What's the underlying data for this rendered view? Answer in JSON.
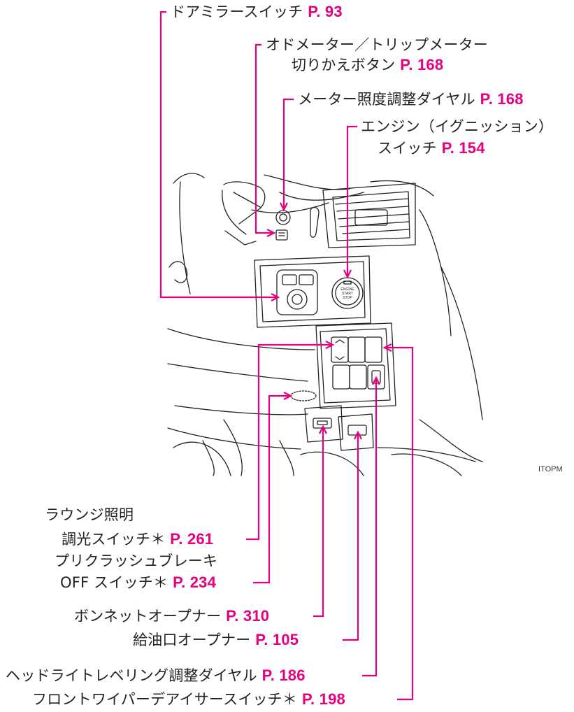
{
  "figure_code": "ITOPM",
  "accent_color": "#e6007e",
  "callouts_top": [
    {
      "text": "ドアミラースイッチ",
      "ref": "P. 93"
    },
    {
      "line1": "オドメーター／トリップメーター",
      "line2": "切りかえボタン",
      "ref": "P. 168"
    },
    {
      "text": "メーター照度調整ダイヤル",
      "ref": "P. 168"
    },
    {
      "line1": "エンジン（イグニッション）",
      "line2": "スイッチ",
      "ref": "P. 154"
    }
  ],
  "callouts_bottom": [
    {
      "line1": "ラウンジ照明",
      "line2": "調光スイッチ＊",
      "ref": "P. 261"
    },
    {
      "line1": "プリクラッシュブレーキ",
      "line2": "OFF スイッチ＊",
      "ref": "P. 234"
    },
    {
      "text": "ボンネットオープナー",
      "ref": "P. 310"
    },
    {
      "text": "給油口オープナー",
      "ref": "P. 105"
    },
    {
      "text": "ヘッドライトレベリング調整ダイヤル",
      "ref": "P. 186"
    },
    {
      "text": "フロントワイパーデアイサースイッチ＊",
      "ref": "P. 198"
    }
  ],
  "button_labels": {
    "start_button": [
      "ENGINE",
      "START",
      "STOP"
    ]
  }
}
